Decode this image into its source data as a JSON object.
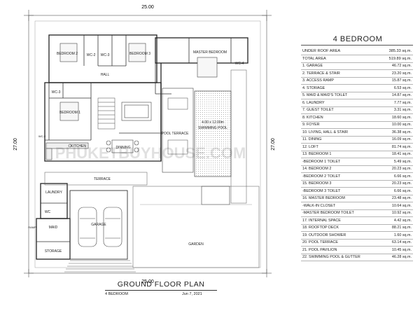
{
  "plan": {
    "dim_top": "25.00",
    "dim_bottom": "25.00",
    "dim_left": "27.00",
    "dim_right": "27.00",
    "watermark": "PHUKETBUYHOUSE.COM",
    "rooms": {
      "bedroom2": "BEDROOM 2",
      "wc2": "WC-2",
      "wc3": "WC-3",
      "bedroom3": "BEDROOM 3",
      "hall": "HALL",
      "master": "MASTER BEDROOM",
      "wc4": "WC-4",
      "wc3b": "WC-3",
      "bedroom1": "BEDROOM 1",
      "pool_terrace": "POOL TERRACE",
      "pool_size": "4.00 x 12.00m",
      "pool": "SWIMMING POOL",
      "kitchen": "KITCHEN",
      "dining": "DINNING",
      "terrace": "TERRACE",
      "laundry": "LAUNDRY",
      "wc": "WC",
      "maid": "MAID",
      "garage": "GARAGE",
      "storage": "STORAGE",
      "garden": "GARDEN",
      "ramp": "RAMP",
      "wc2b": "WC-2"
    }
  },
  "schedule": {
    "title": "4 BEDROOM",
    "rows": [
      {
        "label": "UNDER ROOF AREA",
        "value": "385.33 sq.m."
      },
      {
        "label": "TOTAL AREA",
        "value": "519.89 sq.m."
      },
      {
        "label": "1. GARAGE",
        "value": "46.72 sq.m."
      },
      {
        "label": "2. TERRACE & STAIR",
        "value": "23.20 sq.m."
      },
      {
        "label": "3. ACCESS RAMP",
        "value": "15.87 sq.m."
      },
      {
        "label": "4. STORAGE",
        "value": "6.53 sq.m."
      },
      {
        "label": "5. MAID & MAID'S TOILET",
        "value": "14.87 sq.m."
      },
      {
        "label": "6. LAUNDRY",
        "value": "7.77 sq.m."
      },
      {
        "label": "7. GUEST TOILET",
        "value": "3.31 sq.m."
      },
      {
        "label": "8. KITCHEN",
        "value": "18.60 sq.m."
      },
      {
        "label": "9. FOYER",
        "value": "10.00 sq.m."
      },
      {
        "label": "10. LIVING, HALL & STAIR",
        "value": "36.38 sq.m."
      },
      {
        "label": "11. DINING",
        "value": "16.09 sq.m."
      },
      {
        "label": "12. LOFT",
        "value": "81.74 sq.m."
      },
      {
        "label": "13. BEDROOM 1",
        "value": "18.41 sq.m."
      },
      {
        "label": "-BEDROOM 1 TOILET",
        "value": "5.49 sq.m."
      },
      {
        "label": "14. BEDROOM 2",
        "value": "20.23 sq.m."
      },
      {
        "label": "-BEDROOM 2 TOILET",
        "value": "6.66 sq.m."
      },
      {
        "label": "15. BEDROOM 3",
        "value": "20.23 sq.m."
      },
      {
        "label": "-BEDROOM 3 TOILET",
        "value": "6.66 sq.m."
      },
      {
        "label": "16. MASTER BEDROOM",
        "value": "23.48 sq.m."
      },
      {
        "label": "-WALK-IN CLOSET",
        "value": "10.64 sq.m."
      },
      {
        "label": "-MASTER BEDROOM TOILET",
        "value": "10.92 sq.m."
      },
      {
        "label": "17. INTERNAL SPACE",
        "value": "4.42 sq.m."
      },
      {
        "label": "18. ROOFTOP DECK",
        "value": "88.21 sq.m."
      },
      {
        "label": "19. OUTDOOR SHOWER",
        "value": "1.60 sq.m."
      },
      {
        "label": "20. POOL TERRACE",
        "value": "63.14 sq.m."
      },
      {
        "label": "21. POOL PAVILION",
        "value": "10.45 sq.m."
      },
      {
        "label": "22. SWIMMING POOL & GUTTER",
        "value": "46.28 sq.m."
      }
    ]
  },
  "caption": {
    "title": "GROUND FLOOR PLAN",
    "left": "4 BEDROOM",
    "right": "Jun 7, 2021"
  }
}
